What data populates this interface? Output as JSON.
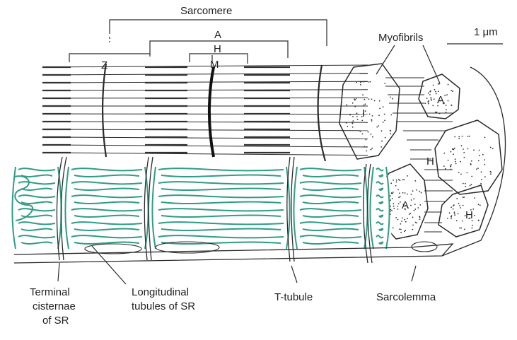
{
  "labels": {
    "sarcomere": "Sarcomere",
    "band_a": "A",
    "band_h": "H",
    "line_m": "M",
    "line_z": "Z",
    "myofibrils": "Myofibrils",
    "scale": "1 μm",
    "fibril_i": "I",
    "fibril_a_top": "A",
    "fibril_h_mid": "H",
    "fibril_a_low": "A",
    "fibril_h_low": "H",
    "terminal_line1": "Terminal",
    "terminal_line2": "cisternae",
    "terminal_line3": "of SR",
    "longitudinal_line1": "Longitudinal",
    "longitudinal_line2": "tubules of SR",
    "t_tubule": "T-tubule",
    "sarcolemma": "Sarcolemma"
  },
  "colors": {
    "ink": "#2a2a2a",
    "sr_green": "#2f9c86"
  }
}
